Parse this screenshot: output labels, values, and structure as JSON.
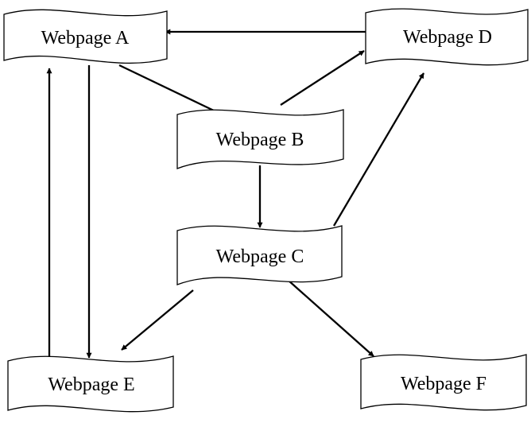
{
  "nodes": [
    {
      "id": "a",
      "label": "Webpage A"
    },
    {
      "id": "b",
      "label": "Webpage B"
    },
    {
      "id": "c",
      "label": "Webpage C"
    },
    {
      "id": "d",
      "label": "Webpage D"
    },
    {
      "id": "e",
      "label": "Webpage E"
    },
    {
      "id": "f",
      "label": "Webpage F"
    }
  ],
  "edges": [
    {
      "from": "d",
      "to": "a"
    },
    {
      "from": "a",
      "to": "b"
    },
    {
      "from": "b",
      "to": "d"
    },
    {
      "from": "b",
      "to": "c"
    },
    {
      "from": "c",
      "to": "d"
    },
    {
      "from": "c",
      "to": "e"
    },
    {
      "from": "c",
      "to": "f"
    },
    {
      "from": "a",
      "to": "e"
    },
    {
      "from": "e",
      "to": "a"
    }
  ],
  "colors": {
    "stroke": "#000000",
    "fill": "#ffffff",
    "background": "#ffffff"
  }
}
